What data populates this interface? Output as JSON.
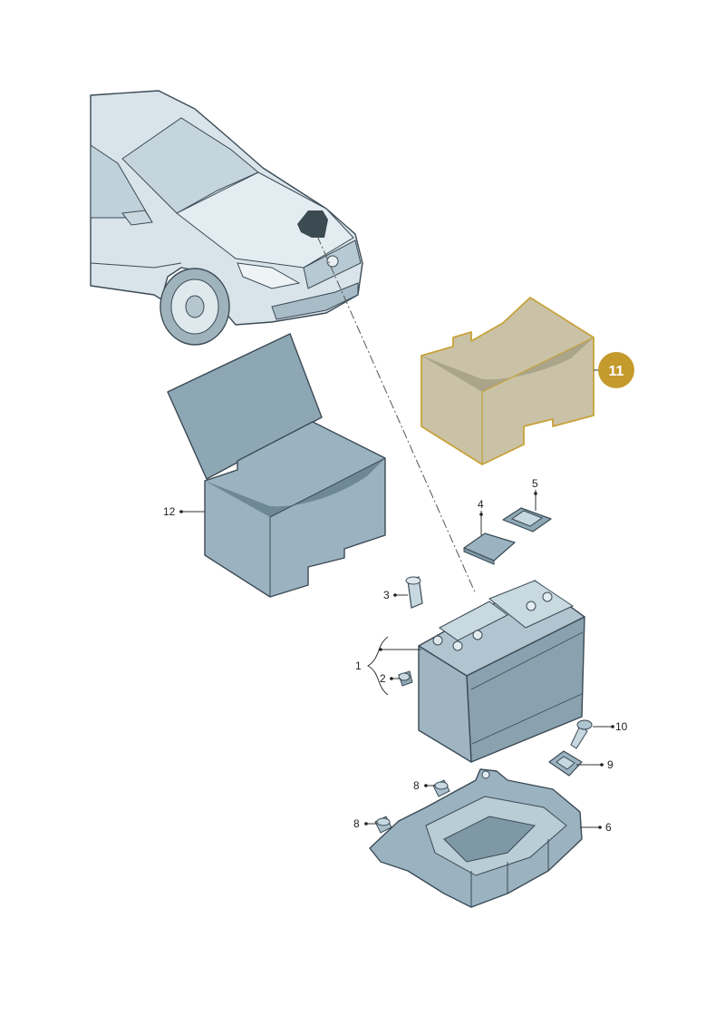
{
  "callouts": {
    "c1": "1",
    "c2": "2",
    "c3": "3",
    "c4": "4",
    "c5": "5",
    "c6": "6",
    "c8a": "8",
    "c8b": "8",
    "c9": "9",
    "c10": "10",
    "c11": "11",
    "c12": "12"
  },
  "colors": {
    "part_fill": "#a9c0cc",
    "part_dark": "#7f98a6",
    "part_light": "#c8d8e0",
    "highlight_fill": "#c9c2a6",
    "highlight_stroke": "#c8a23a",
    "badge": "#c49a2c",
    "car_fill": "#d6e2e8"
  },
  "icons": {
    "car": "car-front-icon",
    "battery": "car-battery-icon",
    "tray": "battery-tray-icon"
  }
}
